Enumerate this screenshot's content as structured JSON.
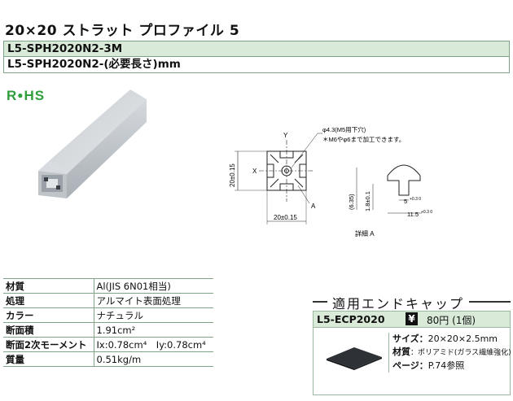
{
  "title": "20×20 ストラット プロファイル 5",
  "part_numbers": [
    "L5-SPH2020N2-3M",
    "L5-SPH2020N2-(必要長さ)mm"
  ],
  "logo": "RoHS",
  "drawing": {
    "hole_note": "φ4.3(M5用下穴)",
    "tap_note": "＊M6やφ6まで加工できます。",
    "dim_vertical": "20±0.15",
    "dim_horizontal": "20±0.15",
    "axis_x": "X",
    "axis_y": "Y",
    "detail_marker": "A",
    "detail_label": "詳細 A",
    "dim_635": "(6.35)",
    "dim_18": "1.8±0.1",
    "dim_5": "5",
    "dim_5_tol": "+0.3 0",
    "dim_115": "11.5",
    "dim_115_tol": "+0.3 0"
  },
  "specs": [
    {
      "key": "材質",
      "value": "Al(JIS 6N01相当)"
    },
    {
      "key": "処理",
      "value": "アルマイト表面処理"
    },
    {
      "key": "カラー",
      "value": "ナチュラル"
    },
    {
      "key": "断面積",
      "value": "1.91cm²"
    },
    {
      "key": "断面2次モーメント",
      "value": "Ix:0.78cm⁴　Iy:0.78cm⁴"
    },
    {
      "key": "質量",
      "value": "0.51kg/m"
    }
  ],
  "endcap": {
    "heading": "適用エンドキャップ",
    "code": "L5-ECP2020",
    "yen_symbol": "¥",
    "price": "80円 (1個)",
    "size_label": "サイズ：",
    "size_value": "20×20×2.5mm",
    "material_label": "材質",
    "material_value": "：ポリアミド(ガラス繊維強化)",
    "page_label": "ページ：",
    "page_value": "P.74参照"
  }
}
